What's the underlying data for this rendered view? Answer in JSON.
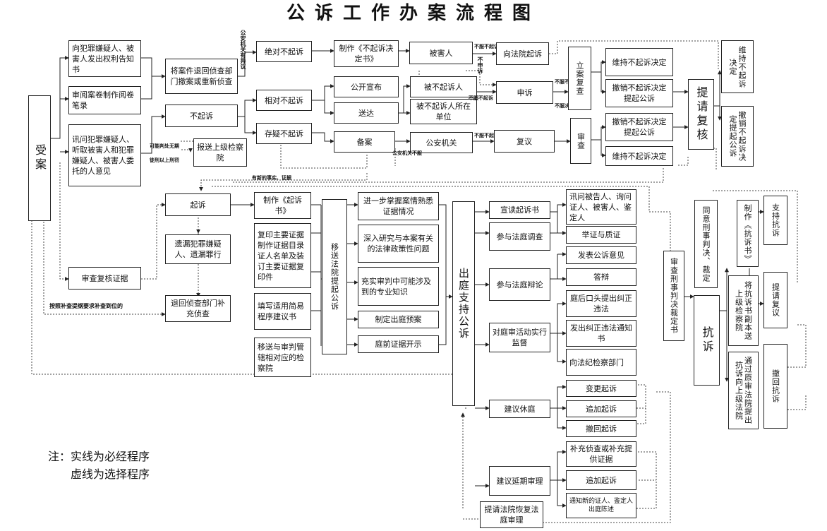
{
  "title": "公诉工作办案流程图",
  "notes": {
    "line1": "注：实线为必经程序",
    "line2": "虚线为选择程序"
  },
  "nodes": {
    "shouan": "受案",
    "gaozhi": "向犯罪嫌疑人、被害人发出权利告知书",
    "shenyue": "审阅案卷制作阅卷笔录",
    "xunwen": "讯问犯罪嫌疑人、听取被害人和犯罪嫌疑人、被害人委托的人意见",
    "shencha_fuhe": "审查复核证据",
    "tuihui_chexiao": "将案件退回侦查部门撤案或重新侦查",
    "buqisu": "不起诉",
    "baosong": "报送上级检察院",
    "juedui": "绝对不起诉",
    "xiangdui": "相对不起诉",
    "cunyi": "存疑不起诉",
    "zhizuo_bqs": "制作《不起诉决定书》",
    "gongkai": "公开宣布",
    "songda": "送达",
    "beian": "备案",
    "beihairen": "被害人",
    "bei_bqsr": "被不起诉人",
    "bei_bqsr_danwei": "被不起诉人所在单位",
    "gongan": "公安机关",
    "xiang_fayuan": "向法院起诉",
    "shensu": "申诉",
    "fuyi": "复议",
    "lian_fucha": "立案复查",
    "shencha_top": "审查",
    "weichi_bqs": "维持不起诉决定",
    "chexiao_tiqi_1": "撤销不起诉决定提起公诉",
    "chexiao_tiqi_2": "撤销不起诉决定提起公诉",
    "weichi_bqs_2": "维持不起诉决定",
    "tiqing_fuhe": "提请复核",
    "weichi_r1": "维持不起诉决定",
    "chexiao_r2": "撤销不起诉决定提起公诉",
    "qisu": "起诉",
    "yilou": "遗漏犯罪嫌疑人、遗漏罪行",
    "tuihui_buchong": "退回侦查部门补充侦查",
    "zhizuo_qss": "制作《起诉书》",
    "fuyin": "复印主要证据制作证据目录证人名单及装订主要证据复印件",
    "tianxie": "填写适用简易程序建议书",
    "yisong_guanxia": "移送与审判管辖相对应的检察院",
    "yisong_fayuan": "移送法院提起公诉",
    "zhangwo": "进一步掌握案情熟悉证据情况",
    "shenru": "深入研究与本案有关的法律政策性问题",
    "chongshi": "充实审判中可能涉及到的专业知识",
    "yuan": "制定出庭预案",
    "tingqian": "庭前证据开示",
    "chuting": "出庭支持公诉",
    "xuandu": "宣读起诉书",
    "tingshen_diaocha": "参与法庭调查",
    "tingshen_bianlun": "参与法庭辩论",
    "jiandu": "对庭审活动实行监督",
    "jianyi_xiuting": "建议休庭",
    "jianyi_yanqi": "建议延期审理",
    "tiqing_huifu": "提请法院恢复法庭审理",
    "xunwen_bgr": "讯问被告人、询问证人、被害人、鉴定人",
    "juzheng": "举证与质证",
    "fabiao": "发表公诉意见",
    "dabian": "答辩",
    "tinghou": "庭后口头提出纠正违法",
    "fachu": "发出纠正违法通知书",
    "xiang_jiancha": "向法纪检察部门",
    "biangeng": "变更起诉",
    "zhuijia_1": "追加起诉",
    "chehui": "撤回起诉",
    "buchong_zhencha": "补充侦查或补充提供证据",
    "zhuijia_2": "追加起诉",
    "tongzhi_zhengren": "通知新的证人、鉴定人出庭陈述",
    "shencha_xingshi": "审查刑事判决裁定书",
    "tongyi": "同意刑事判决、裁定",
    "kangsu": "抗诉",
    "zhizuo_kss": "制作《抗诉书》",
    "jiang_kss": "将抗诉书副本送上级检察院",
    "tongguo": "通过原审法院提出抗诉向上级法院",
    "zhichi": "支持抗诉",
    "tiqing_fuyi": "提请复议",
    "chehui_kangsu": "撤回抗诉"
  },
  "edge_labels": {
    "keneng": "可能判处无期",
    "tuxing": "徒刑以上刑罚",
    "youxinde": "有新的事实、证据",
    "anzhao": "按照补查提纲要求补查到位的",
    "gongan_yijian": "公安机关有异议",
    "bufu_1": "不服不起诉",
    "bufu_2": "不服不起诉",
    "bufu_3": "不服不起诉",
    "bufu_4": "不服不起诉",
    "bufu_5": "不服不起诉",
    "bu_shensu": "不申诉",
    "gongan_bufu": "公安机关不服",
    "bufu_jue": "不服决定"
  }
}
